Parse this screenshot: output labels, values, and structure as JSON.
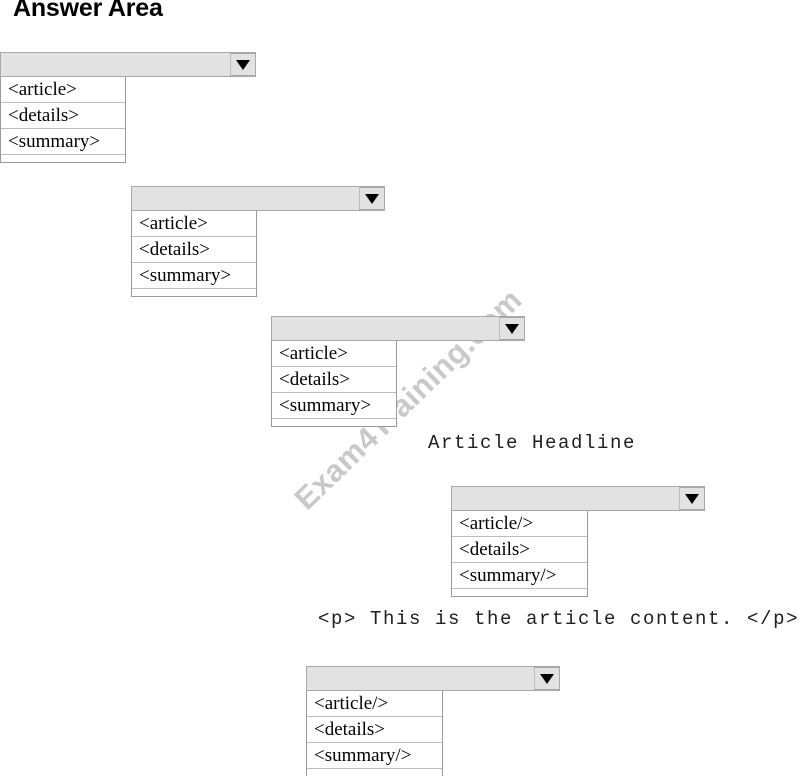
{
  "page": {
    "title": "Answer Area",
    "watermark": "Exam4Training.com"
  },
  "dropdowns": [
    {
      "name": "dropdown-1",
      "selected_value": "",
      "options": [
        "<article>",
        "<details>",
        "<summary>"
      ]
    },
    {
      "name": "dropdown-2",
      "selected_value": "",
      "options": [
        "<article>",
        "<details>",
        "<summary>"
      ]
    },
    {
      "name": "dropdown-3",
      "selected_value": "",
      "options": [
        "<article>",
        "<details>",
        "<summary>"
      ]
    },
    {
      "name": "dropdown-4",
      "selected_value": "",
      "options": [
        "<article/>",
        "<details>",
        "<summary/>"
      ]
    },
    {
      "name": "dropdown-5",
      "selected_value": "",
      "options": [
        "<article/>",
        "<details>",
        "<summary/>"
      ]
    }
  ],
  "code_lines": {
    "headline": "Article Headline",
    "paragraph": "<p> This is the article content. </p>"
  },
  "icons": {
    "dropdown_arrow": "chevron-down-icon"
  },
  "colors": {
    "control_background": "#e2e2e2",
    "control_border": "#a8a8a8",
    "list_background": "#ffffff",
    "list_border": "#9a9a9a",
    "text": "#000000",
    "watermark": "#c9c9c9"
  }
}
